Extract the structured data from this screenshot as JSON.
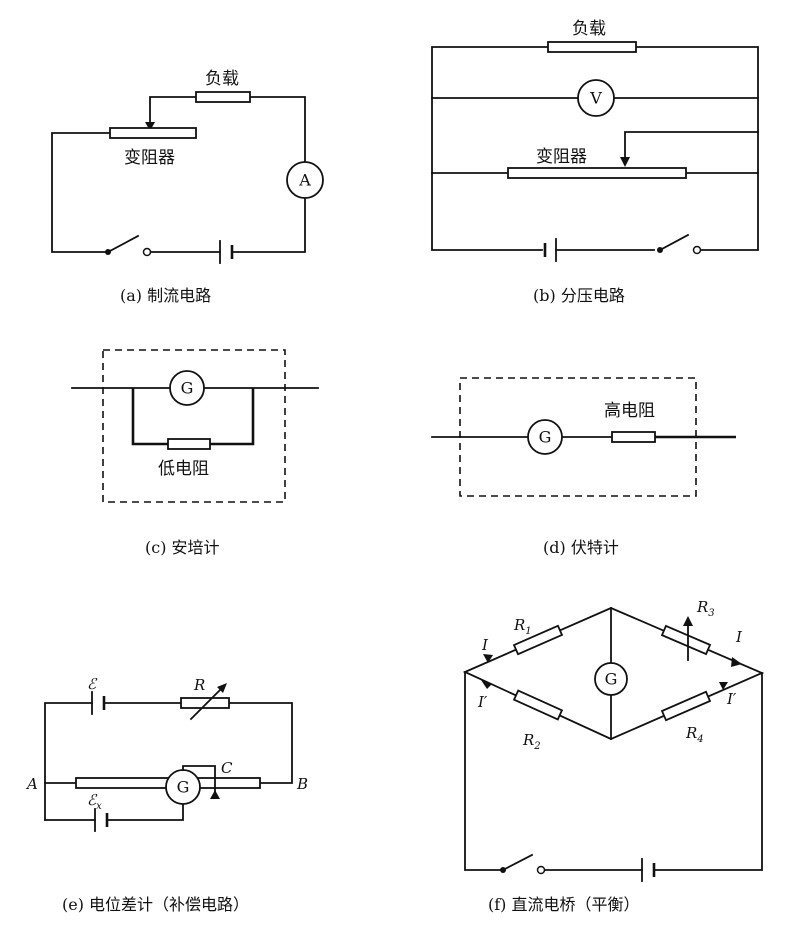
{
  "a": {
    "load": "负载",
    "rheostat": "变阻器",
    "meter": "A",
    "caption": "(a) 制流电路"
  },
  "b": {
    "load": "负载",
    "meter": "V",
    "rheostat": "变阻器",
    "caption": "(b) 分压电路"
  },
  "c": {
    "meter": "G",
    "resistor": "低电阻",
    "caption": "(c) 安培计"
  },
  "d": {
    "meter": "G",
    "resistor": "高电阻",
    "caption": "(d) 伏特计"
  },
  "e": {
    "emf": "ℰ",
    "emf_x": "ℰ",
    "emf_x_sub": "x",
    "R": "R",
    "A": "A",
    "B": "B",
    "C": "C",
    "meter": "G",
    "caption": "(e) 电位差计（补偿电路）"
  },
  "f": {
    "R1": "R",
    "R1_sub": "1",
    "R2": "R",
    "R2_sub": "2",
    "R3": "R",
    "R3_sub": "3",
    "R4": "R",
    "R4_sub": "4",
    "I_left": "I",
    "I_right": "I",
    "Ip_left": "I′",
    "Ip_right": "I′",
    "meter": "G",
    "caption": "(f) 直流电桥（平衡）"
  }
}
